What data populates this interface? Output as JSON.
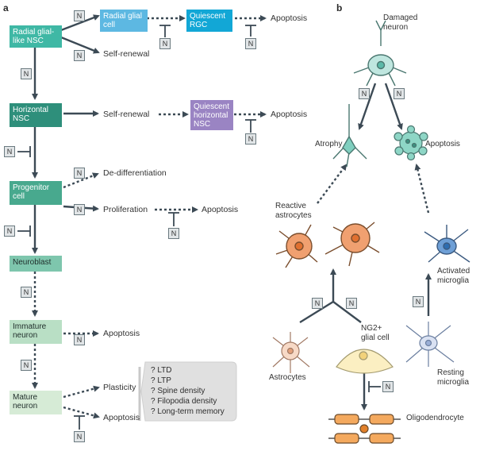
{
  "panel_a": {
    "label": "a",
    "boxes": {
      "rgl_nsc": "Radial glial-\nlike NSC",
      "radial_glial_cell": "Radial glial\ncell",
      "quiescent_rgc": "Quiescent\nRGC",
      "horizontal_nsc": "Horizontal\nNSC",
      "quiescent_hnsc": "Quiescent\nhorizontal\nNSC",
      "progenitor": "Progenitor\ncell",
      "neuroblast": "Neuroblast",
      "immature": "Immature\nneuron",
      "mature": "Mature\nneuron"
    },
    "labels": {
      "apoptosis_1": "Apoptosis",
      "self_renewal_1": "Self-renewal",
      "self_renewal_2": "Self-renewal",
      "apoptosis_2": "Apoptosis",
      "dedifferentiation": "De-differentiation",
      "proliferation": "Proliferation",
      "apoptosis_3": "Apoptosis",
      "apoptosis_4": "Apoptosis",
      "plasticity": "Plasticity",
      "apoptosis_5": "Apoptosis"
    },
    "plasticity_items": [
      "? LTD",
      "? LTP",
      "? Spine density",
      "? Filopodia density",
      "? Long-term memory"
    ],
    "n_marker": "N",
    "colors": {
      "rgl": "#3fb8a5",
      "radial_glial": "#5db8e2",
      "quiescent_rgc": "#12a7d6",
      "horizontal": "#2e8f7b",
      "quiescent_h": "#9a84c3",
      "progenitor": "#48a98e",
      "neuroblast": "#7ec6ad",
      "immature": "#b9dfc5",
      "mature": "#d6ebd6"
    }
  },
  "panel_b": {
    "label": "b",
    "labels": {
      "damaged": "Damaged\nneuron",
      "atrophy": "Atrophy",
      "apoptosis": "Apoptosis",
      "reactive_astrocytes": "Reactive\nastrocytes",
      "activated_microglia": "Activated\nmicroglia",
      "astrocytes": "Astrocytes",
      "ng2": "NG2+\nglial cell",
      "resting_microglia": "Resting\nmicroglia",
      "oligodendrocyte": "Oligodendrocyte"
    },
    "n_marker": "N"
  }
}
